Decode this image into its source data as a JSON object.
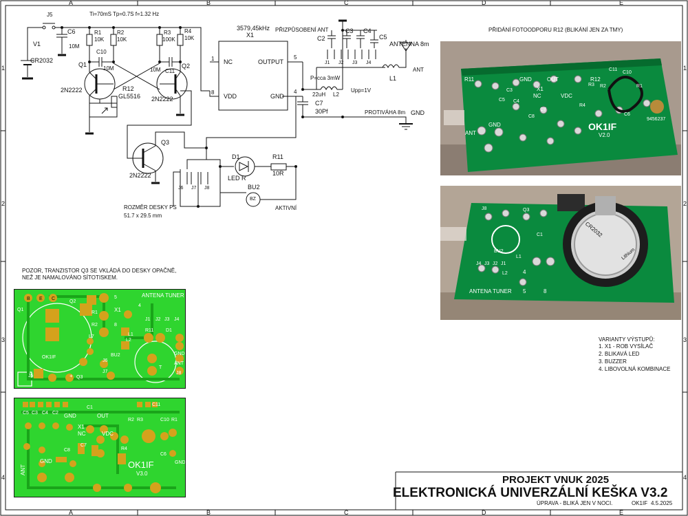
{
  "frame": {
    "col_labels": [
      "A",
      "B",
      "C",
      "D",
      "E"
    ],
    "row_labels": [
      "1",
      "2",
      "3",
      "4"
    ]
  },
  "schematic": {
    "timing": "Ti=70mS  Tp=0.7S  f=1.32 Hz",
    "v1": "V1",
    "v1_value": "CR2032",
    "j5": "J5",
    "c6": "C6",
    "c6_value": "10M",
    "r1": "R1",
    "r1_value": "10K",
    "r2": "R2",
    "r2_value": "10K",
    "r3": "R3",
    "r3_value": "100K",
    "r4": "R4",
    "r4_value": "10K",
    "c10": "C10",
    "c10_value": "10M",
    "c11": "C11",
    "c11_value": "10M",
    "q1": "Q1",
    "q1_type": "2N2222",
    "q2": "Q2",
    "q2_type": "2N2222",
    "q3": "Q3",
    "q3_type": "2N2222",
    "r12": "R12",
    "r12_value": "GL5516",
    "x1": "X1",
    "x1_freq": "3579,45kHz",
    "x1_nc": "NC",
    "x1_vdd": "VDD",
    "x1_output": "OUTPUT",
    "x1_gnd": "GND",
    "pin1": "1",
    "pin8": "8",
    "pin5": "5",
    "pin4": "4",
    "match_title": "PŘIZPŮSOBENÍ ANT",
    "c2": "C2",
    "c3": "C3",
    "c4": "C4",
    "c5": "C5",
    "j1": "J1",
    "j2": "J2",
    "j3": "J3",
    "j4": "J4",
    "antenna": "ANTENNA 8m",
    "ant": "ANT",
    "l1": "L1",
    "power": "P=cca 3mW",
    "l2": "L2",
    "l2_value": "22uH",
    "upp": "Upp=1V",
    "c7": "C7",
    "c7_value": "30Pf",
    "counterweight": "PROTIVÁHA 8m",
    "gnd": "GND",
    "d1": "D1",
    "d1_label": "LED R",
    "r11": "R11",
    "r11_value": "10R",
    "bu2": "BU2",
    "bu2_sym": "BZ",
    "active": "AKTIVNÍ",
    "j6": "J6",
    "j7": "J7",
    "j8": "J8",
    "board_size_title": "ROZMĚR DESKY PS",
    "board_size": "51.7 x 29.5 mm"
  },
  "photo_notes": {
    "photo1_title": "PŘIDÁNÍ FOTOODPORU R12 (BLIKÁNÍ JEN ZA TMY)"
  },
  "photo1": {
    "labels": [
      "R11",
      "R12",
      "GND",
      "OUT",
      "X1",
      "NC",
      "VDC",
      "GND",
      "ANT",
      "C8",
      "C7",
      "C3",
      "C4",
      "R4",
      "R3",
      "C6",
      "C5",
      "C11",
      "C10",
      "R1",
      "R2"
    ],
    "brand": "OK1IF",
    "version": "V2.0",
    "code": "9456237"
  },
  "photo2": {
    "labels": [
      "J8",
      "Q3",
      "BU2",
      "C1",
      "ANTENA TUNER",
      "J4",
      "J3",
      "J2",
      "J1",
      "8",
      "4",
      "5",
      "L1",
      "L2"
    ],
    "battery": "CR2032",
    "battery_brand": "Lithium"
  },
  "assembly_note": {
    "line1": "POZOR, TRANZISTOR Q3 SE VKLÁDÁ DO DESKY OPAČNĚ,",
    "line2": "NEŽ JE NAMALOVÁNO SÍTOTISKEM."
  },
  "pcb_top": {
    "title": "ANTENA TUNER",
    "labels": [
      "Q1",
      "Q2",
      "B",
      "E",
      "C",
      "R1",
      "R2",
      "5",
      "X1",
      "4",
      "8",
      "L1",
      "L2",
      "J1",
      "J2",
      "J3",
      "J4",
      "J5",
      "J6",
      "J7",
      "BU2",
      "R11",
      "D1",
      "GND",
      "ANT",
      "Q3",
      "OK1IF",
      "L7",
      "J8",
      "+",
      "T"
    ]
  },
  "pcb_bottom": {
    "labels": [
      "GND",
      "OUT",
      "X1",
      "NC",
      "VDC",
      "GND",
      "ANT",
      "C8",
      "C7",
      "C5",
      "C6",
      "C3",
      "C4",
      "C2",
      "C1",
      "R4",
      "R3",
      "R2",
      "R1",
      "C10",
      "C11",
      "GND"
    ],
    "brand": "OK1IF",
    "version": "V3.0"
  },
  "variants": {
    "title": "VARIANTY VÝSTUPŮ:",
    "items": [
      "1. X1 - ROB VYSÍLAČ",
      "2. BLIKAVÁ LED",
      "3. BUZZER",
      "4. LIBOVOLNÁ KOMBINACE"
    ]
  },
  "title_block": {
    "project": "PROJEKT VNUK 2025",
    "title": "ELEKTRONICKÁ UNIVERZÁLNÍ  KEŠKA V3.2",
    "note": "ÚPRAVA - BLIKÁ JEN V NOCI.",
    "author": "OK1IF",
    "date": "4.5.2025"
  },
  "colors": {
    "pcb_green": "#2fd52f",
    "pad_gold": "#d4a21c",
    "photo_board": "#0a8a3e",
    "line": "#111111"
  }
}
